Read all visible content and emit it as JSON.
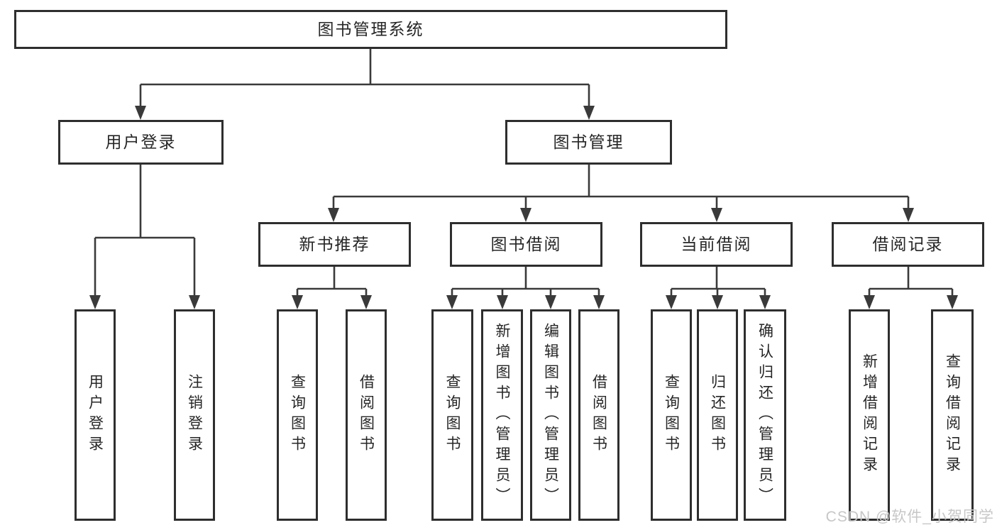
{
  "diagram": {
    "root": "图书管理系统",
    "level2": {
      "user_login": "用户登录",
      "book_management": "图书管理"
    },
    "level3": {
      "new_book_recommend": "新书推荐",
      "book_borrow": "图书借阅",
      "current_borrow": "当前借阅",
      "borrow_record": "借阅记录"
    },
    "leaves": {
      "login": "用户登录",
      "logout": "注销登录",
      "nb_query_book": "查询图书",
      "nb_borrow_book": "借阅图书",
      "bb_query_book": "查询图书",
      "bb_add_book": "新增图书（管理员）",
      "bb_edit_book": "编辑图书（管理员）",
      "bb_borrow_book": "借阅图书",
      "cb_query_book": "查询图书",
      "cb_return_book": "归还图书",
      "cb_confirm_return": "确认归还（管理员）",
      "br_add_record": "新增借阅记录",
      "br_query_record": "查询借阅记录"
    }
  },
  "watermark": "CSDN @软件_小贺同学",
  "colors": {
    "line": "#3a3a3a",
    "box_border": "#2e2e2e",
    "text": "#262626",
    "watermark": "#c7c7c7",
    "background": "#ffffff"
  }
}
